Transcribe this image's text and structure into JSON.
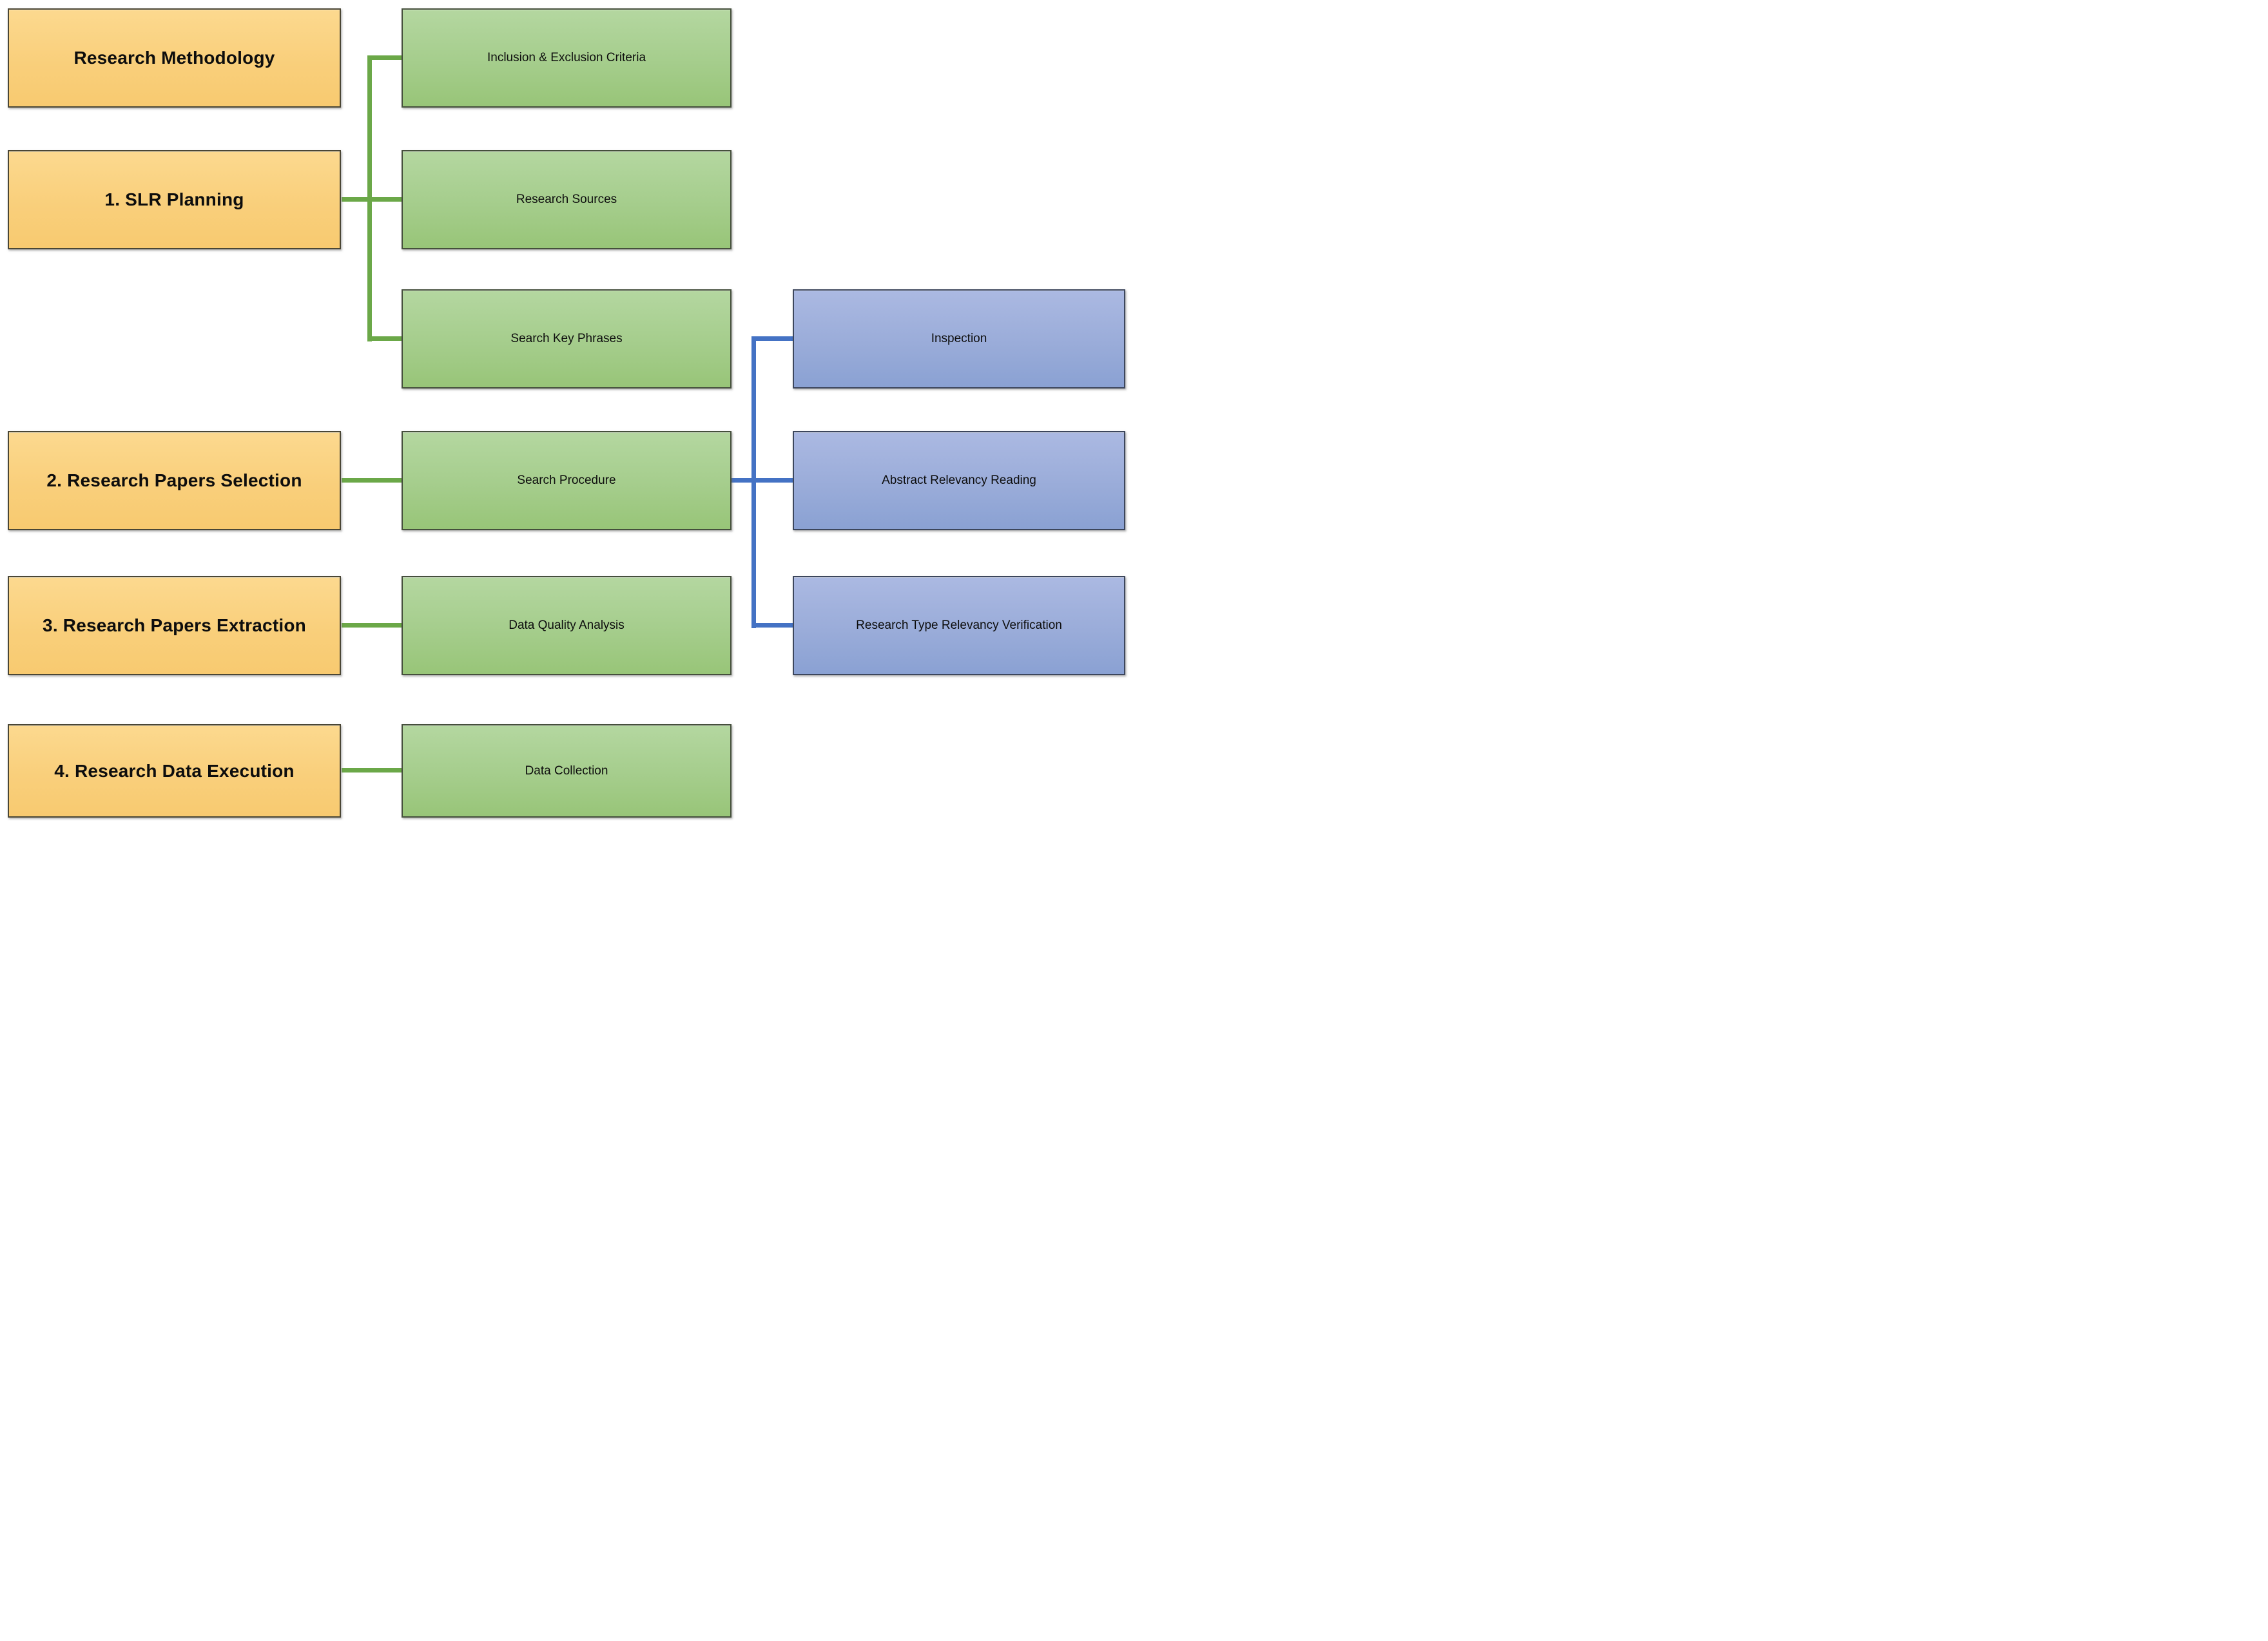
{
  "diagram": {
    "type": "flow-hierarchy",
    "description_visible_text_only": true,
    "stages": [
      {
        "label": "Research Methodology"
      },
      {
        "label": "1. SLR Planning"
      },
      {
        "label": "2. Research Papers Selection"
      },
      {
        "label": "3. Research Papers Extraction"
      },
      {
        "label": "4. Research Data Execution"
      }
    ],
    "tasks": [
      {
        "label": "Inclusion & Exclusion Criteria"
      },
      {
        "label": "Research Sources"
      },
      {
        "label": "Search Key Phrases"
      },
      {
        "label": "Search Procedure"
      },
      {
        "label": "Data Quality Analysis"
      },
      {
        "label": "Data Collection"
      }
    ],
    "subtasks": [
      {
        "label": "Inspection"
      },
      {
        "label": "Abstract Relevancy Reading"
      },
      {
        "label": "Research Type Relevancy Verification"
      }
    ],
    "connections": [
      {
        "from": "1. SLR Planning",
        "to": [
          "Inclusion & Exclusion Criteria",
          "Research Sources",
          "Search Key Phrases"
        ],
        "color": "#6BA848"
      },
      {
        "from": "2. Research Papers Selection",
        "to": [
          "Search Procedure"
        ],
        "color": "#6BA848"
      },
      {
        "from": "3. Research Papers Extraction",
        "to": [
          "Data Quality Analysis"
        ],
        "color": "#6BA848"
      },
      {
        "from": "4. Research Data Execution",
        "to": [
          "Data Collection"
        ],
        "color": "#6BA848"
      },
      {
        "from": "Search Procedure",
        "to": [
          "Inspection",
          "Abstract Relevancy Reading",
          "Research Type Relevancy Verification"
        ],
        "color": "#4472C4"
      }
    ],
    "palette": {
      "stage_fill_top": "#FCD98F",
      "stage_fill_bottom": "#F8CA70",
      "stage_border": "#4A4635",
      "task_fill_top": "#B4D7A0",
      "task_fill_bottom": "#98C578",
      "task_border": "#454F3C",
      "subtask_fill_top": "#ABB9E2",
      "subtask_fill_bottom": "#8AA1D3",
      "subtask_border": "#3C465C",
      "connector_green": "#6BA848",
      "connector_blue": "#4472C4",
      "text_color": "#000000",
      "background": "#FFFFFF"
    }
  }
}
